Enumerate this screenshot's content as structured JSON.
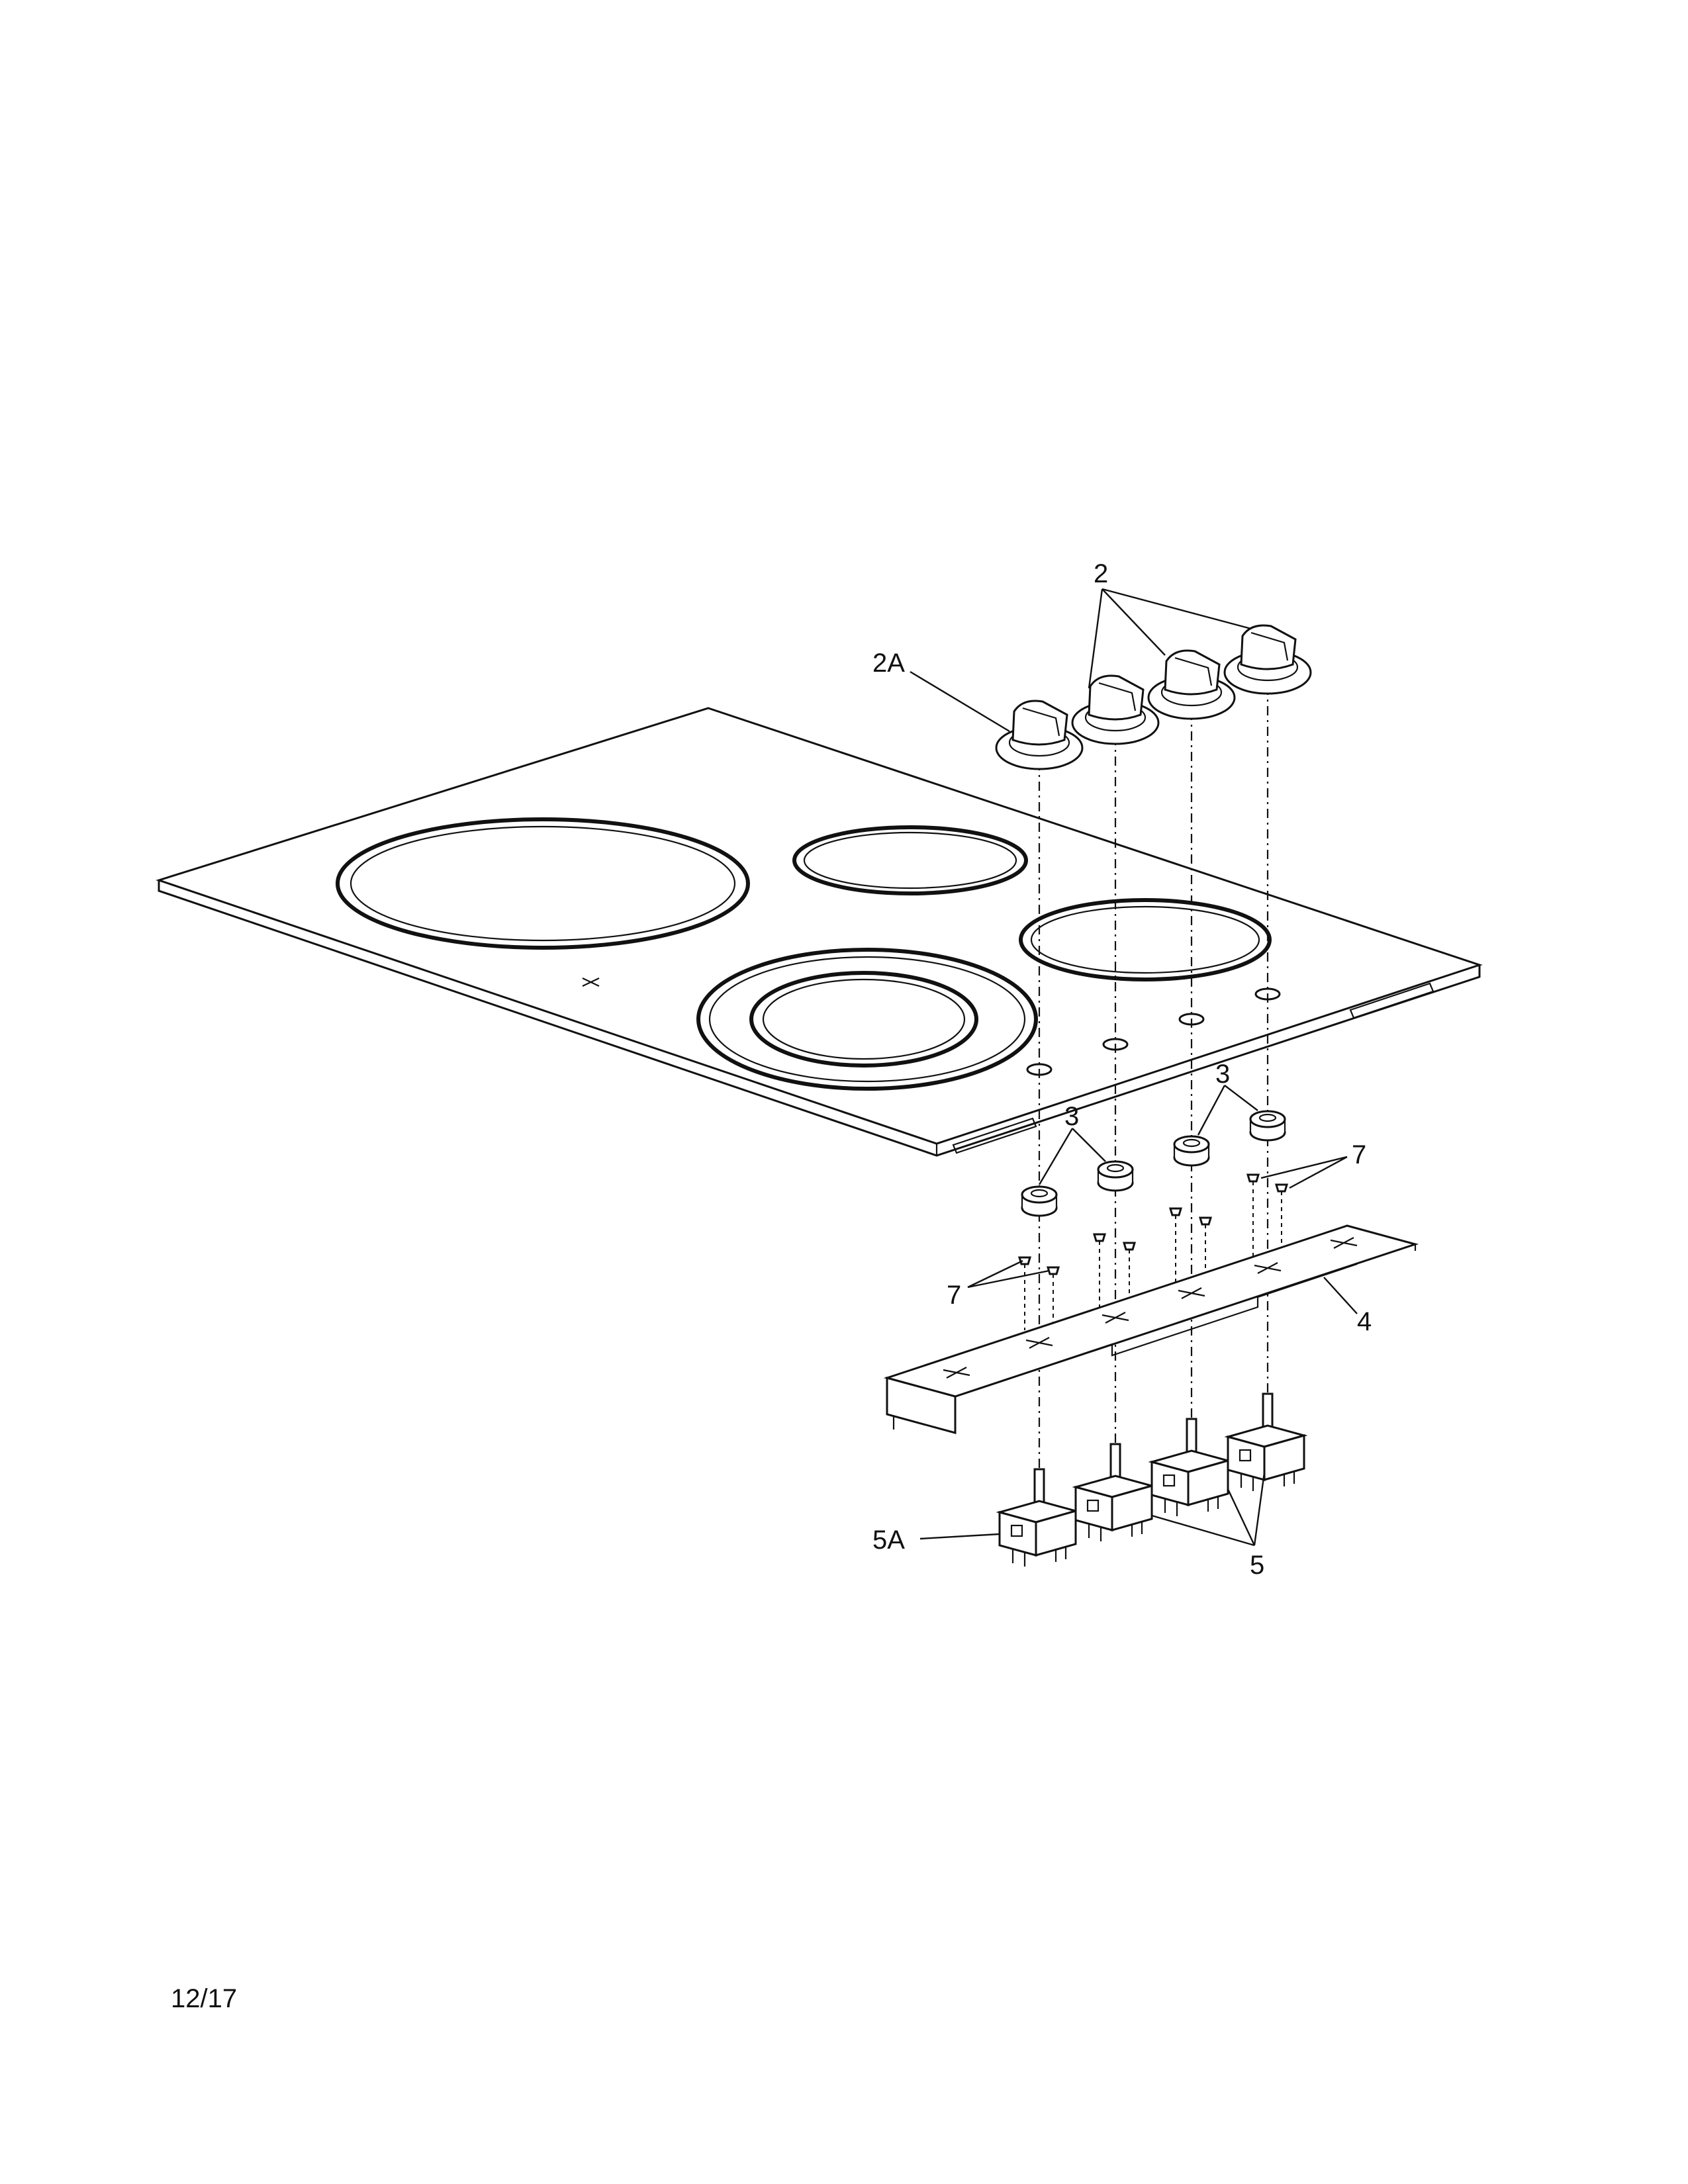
{
  "diagram": {
    "callouts": {
      "knob": "2",
      "knob_alt": "2A",
      "grommet_left": "3",
      "grommet_right": "3",
      "screw_left": "7",
      "screw_right": "7",
      "bracket": "4",
      "switch": "5",
      "switch_alt": "5A"
    }
  },
  "footer": {
    "date": "12/17"
  }
}
